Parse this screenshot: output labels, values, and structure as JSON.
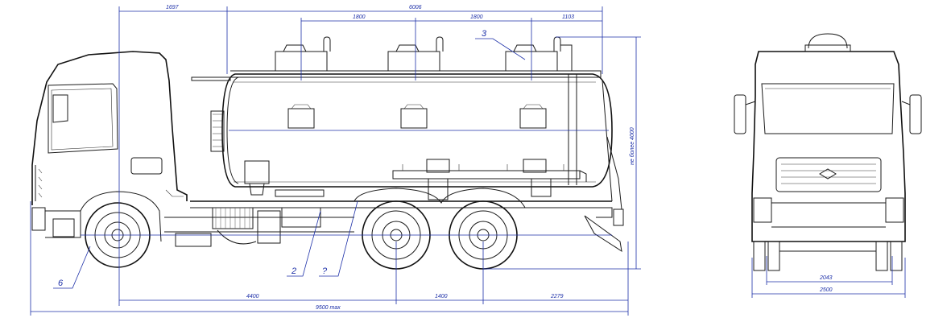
{
  "dimensions": {
    "top": {
      "front_to_tank": "1697",
      "tank_length": "6006",
      "hatch_spacing_1": "1800",
      "hatch_spacing_2": "1800",
      "rear_hatch_offset": "1103"
    },
    "bottom": {
      "wheelbase_front": "4400",
      "wheelbase_rear": "1400",
      "rear_overhang": "2279",
      "overall_length": "9500 max"
    },
    "height": "не более 4000",
    "front_view": {
      "track": "2043",
      "overall_width": "2500"
    }
  },
  "callouts": {
    "front_wheel": "6",
    "pump": "2",
    "pipe": "?",
    "hatch": "3"
  },
  "colors": {
    "dimension_line": "#1c2fa8",
    "drawing_line": "#1b1b1b"
  }
}
